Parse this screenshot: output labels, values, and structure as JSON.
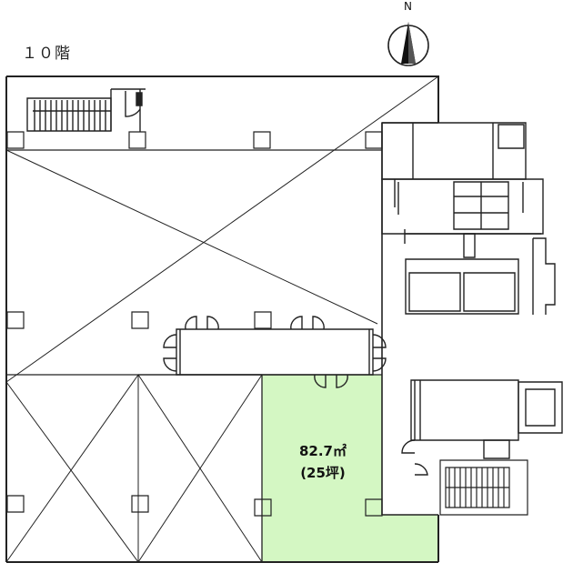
{
  "floor_label": "１０階",
  "compass": {
    "letter": "N"
  },
  "tenant": {
    "area": "82.7㎡",
    "tsubo": "(25坪)",
    "fill": "#d4f7c3"
  }
}
